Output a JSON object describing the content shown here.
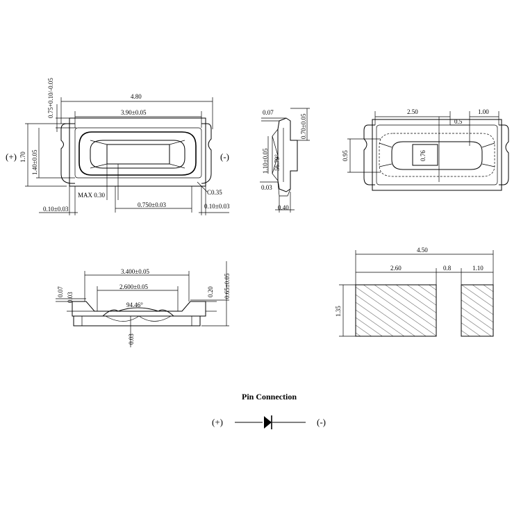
{
  "colors": {
    "line": "#000000",
    "background": "#ffffff"
  },
  "top_view": {
    "plus_label": "(+)",
    "minus_label": "(-)",
    "dim_overall_width": "4.80",
    "dim_inner_width": "3.90±0.05",
    "dim_top_tol": "0.75+0.10/-0.05",
    "dim_height": "1.70",
    "dim_inner_height": "1.40±0.05",
    "dim_max": "MAX 0.30",
    "dim_chamfer": "C0.35",
    "dim_center": "0.750±0.03",
    "dim_left_pad": "0.10±0.03",
    "dim_right_pad": "0.10±0.03"
  },
  "side_view": {
    "dim_top": "0.07",
    "dim_thickness": "0.70±0.05",
    "dim_mid": "1.10±0.05",
    "dim_angle": "56.79°",
    "dim_bottom": "0.03",
    "dim_base": "0.40"
  },
  "bottom_view": {
    "dim_left": "2.50",
    "dim_right": "1.00",
    "dim_gap": "0.5",
    "dim_height": "0.95",
    "dim_center": "0.76"
  },
  "front_view": {
    "dim_outer": "3.400±0.05",
    "dim_inner": "2.600±0.05",
    "dim_angle": "94.46°",
    "dim_top_left": "0.07",
    "dim_step": "0.03",
    "dim_right_step": "0.20",
    "dim_height": "0.65±0.05",
    "dim_bottom": "0.03"
  },
  "pad_layout": {
    "dim_total": "4.50",
    "dim_left_pad": "2.60",
    "dim_gap": "0.8",
    "dim_right_pad": "1.10",
    "dim_height": "1.35"
  },
  "pin_connection": {
    "title": "Pin Connection",
    "plus_label": "(+)",
    "minus_label": "(-)"
  }
}
